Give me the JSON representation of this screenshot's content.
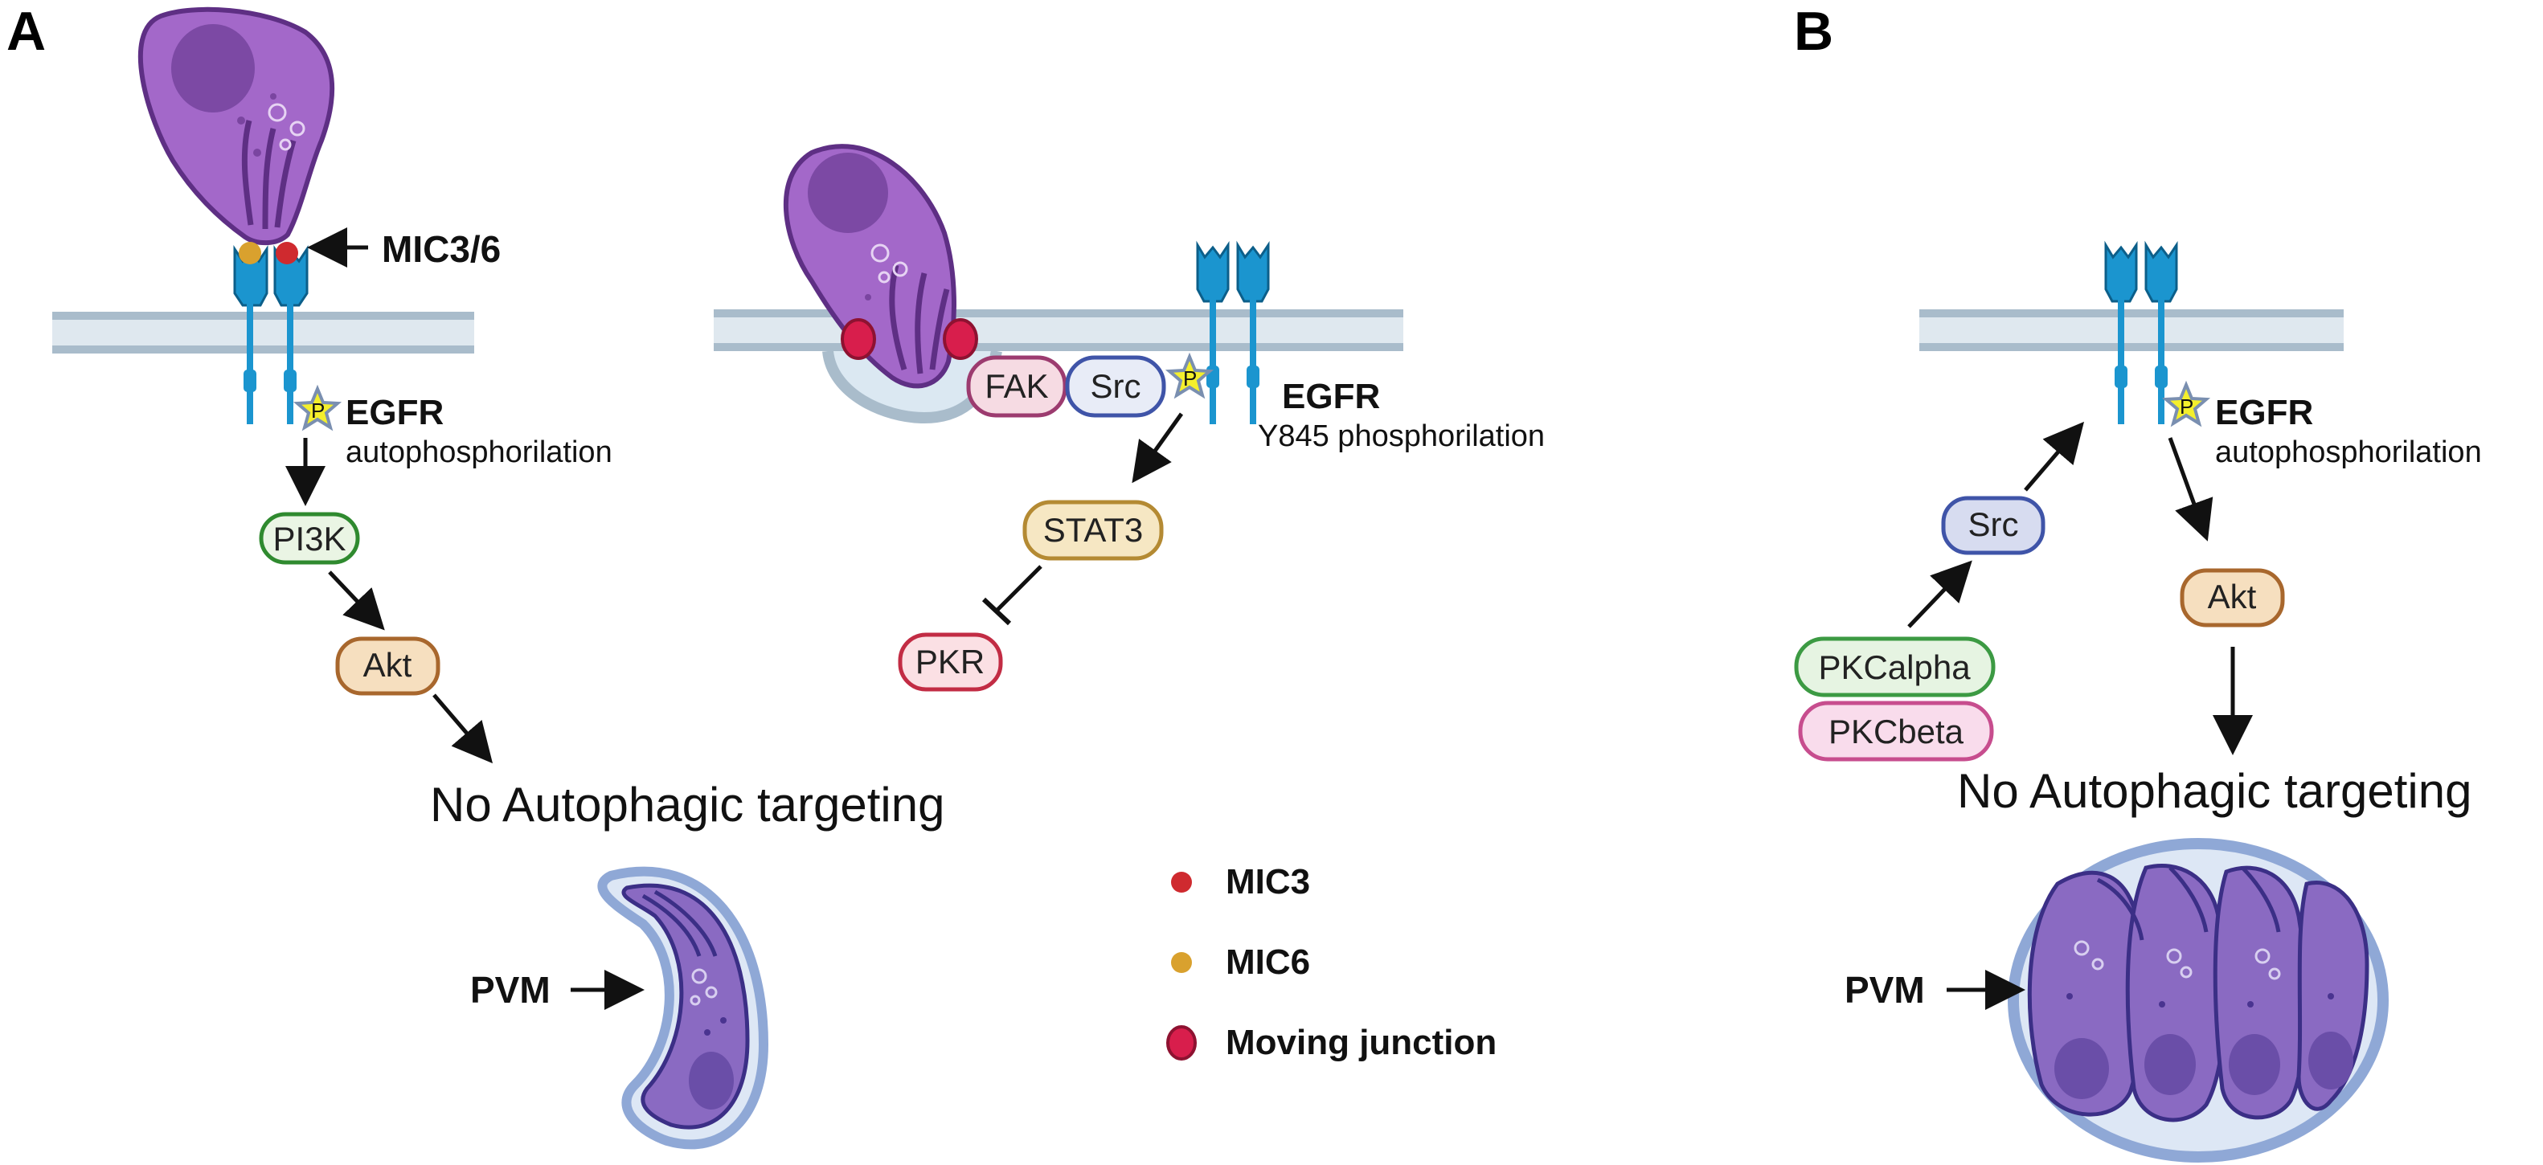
{
  "panels": {
    "a": "A",
    "b": "B"
  },
  "colors": {
    "membrane": "#b9c9d6",
    "receptor": "#1b95cf",
    "parasite": "#9b5fbf",
    "parasite_dark": "#6a3b8c",
    "pvm": "#9db3db",
    "mic3": "#cf2a2f",
    "mic6": "#d9a12e",
    "phospho": "#f4ef2c",
    "pi3k": "#2f8a2f",
    "akt": "#c4843a",
    "src": "#3f54a8",
    "fak": "#9c3b6f",
    "stat3": "#c39a3f",
    "pkr": "#c22c44",
    "pkcalpha": "#3c9a43",
    "pkcbeta": "#c74d8e"
  },
  "labels": {
    "mic36": "MIC3/6",
    "egfr": "EGFR",
    "autophos": "autophosphorilation",
    "y845": "Y845 phosphorilation",
    "pi3k": "PI3K",
    "akt": "Akt",
    "fak": "FAK",
    "src": "Src",
    "stat3": "STAT3",
    "pkr": "PKR",
    "pkcalpha": "PKCalpha",
    "pkcbeta": "PKCbeta",
    "p": "P",
    "no_autophagic": "No Autophagic targeting",
    "pvm": "PVM"
  },
  "legend": {
    "mic3": "MIC3",
    "mic6": "MIC6",
    "moving_junction": "Moving junction"
  }
}
